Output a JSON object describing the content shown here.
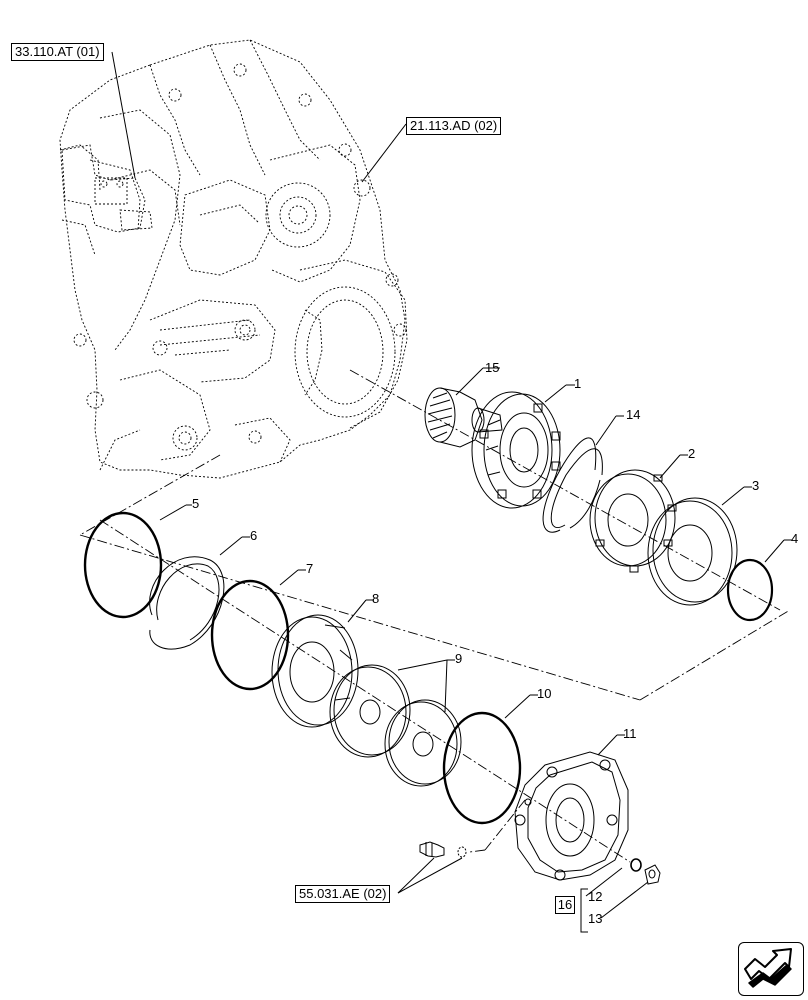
{
  "refs": {
    "r1": "33.110.AT (01)",
    "r2": "21.113.AD (02)",
    "r3": "55.031.AE (02)"
  },
  "parts": {
    "p1": "1",
    "p2": "2",
    "p3": "3",
    "p4": "4",
    "p5": "5",
    "p6": "6",
    "p7": "7",
    "p8": "8",
    "p9": "9",
    "p10": "10",
    "p11": "11",
    "p12": "12",
    "p13": "13",
    "p14": "14",
    "p15": "15",
    "kit": "16"
  },
  "icons": {
    "nav": "next-page-arrow-icon"
  }
}
